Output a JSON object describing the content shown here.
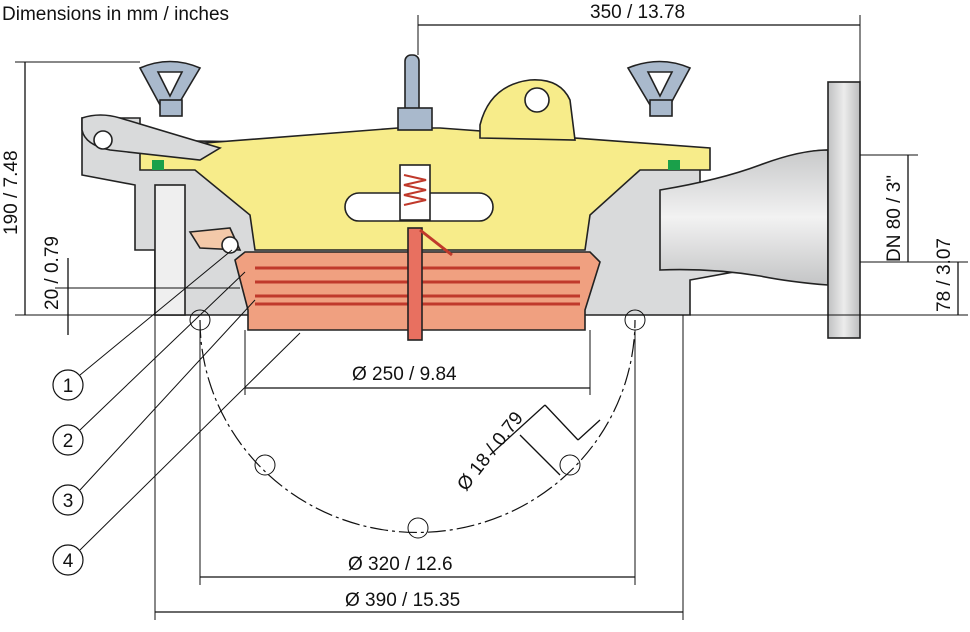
{
  "title": "Dimensions in mm / inches",
  "dimensions": {
    "overall_length": "350 / 13.78",
    "height": "190 / 7.48",
    "base_offset": "20 / 0.79",
    "nominal_diameter": "DN 80 / 3\"",
    "pipe_height": "78 / 3.07",
    "arrester_diameter": "Ø 250 / 9.84",
    "bolt_hole_diameter": "Ø 18 / 0.79",
    "bolt_circle": "Ø 320 / 12.6",
    "flange_diameter": "Ø 390 / 15.35"
  },
  "callouts": [
    "1",
    "2",
    "3",
    "4"
  ],
  "colors": {
    "housing": "#d9dadb",
    "cover": "#f7ec8a",
    "arrester": "#f0a080",
    "eyebolt": "#a9b9cc",
    "seal": "#1aa04a"
  }
}
